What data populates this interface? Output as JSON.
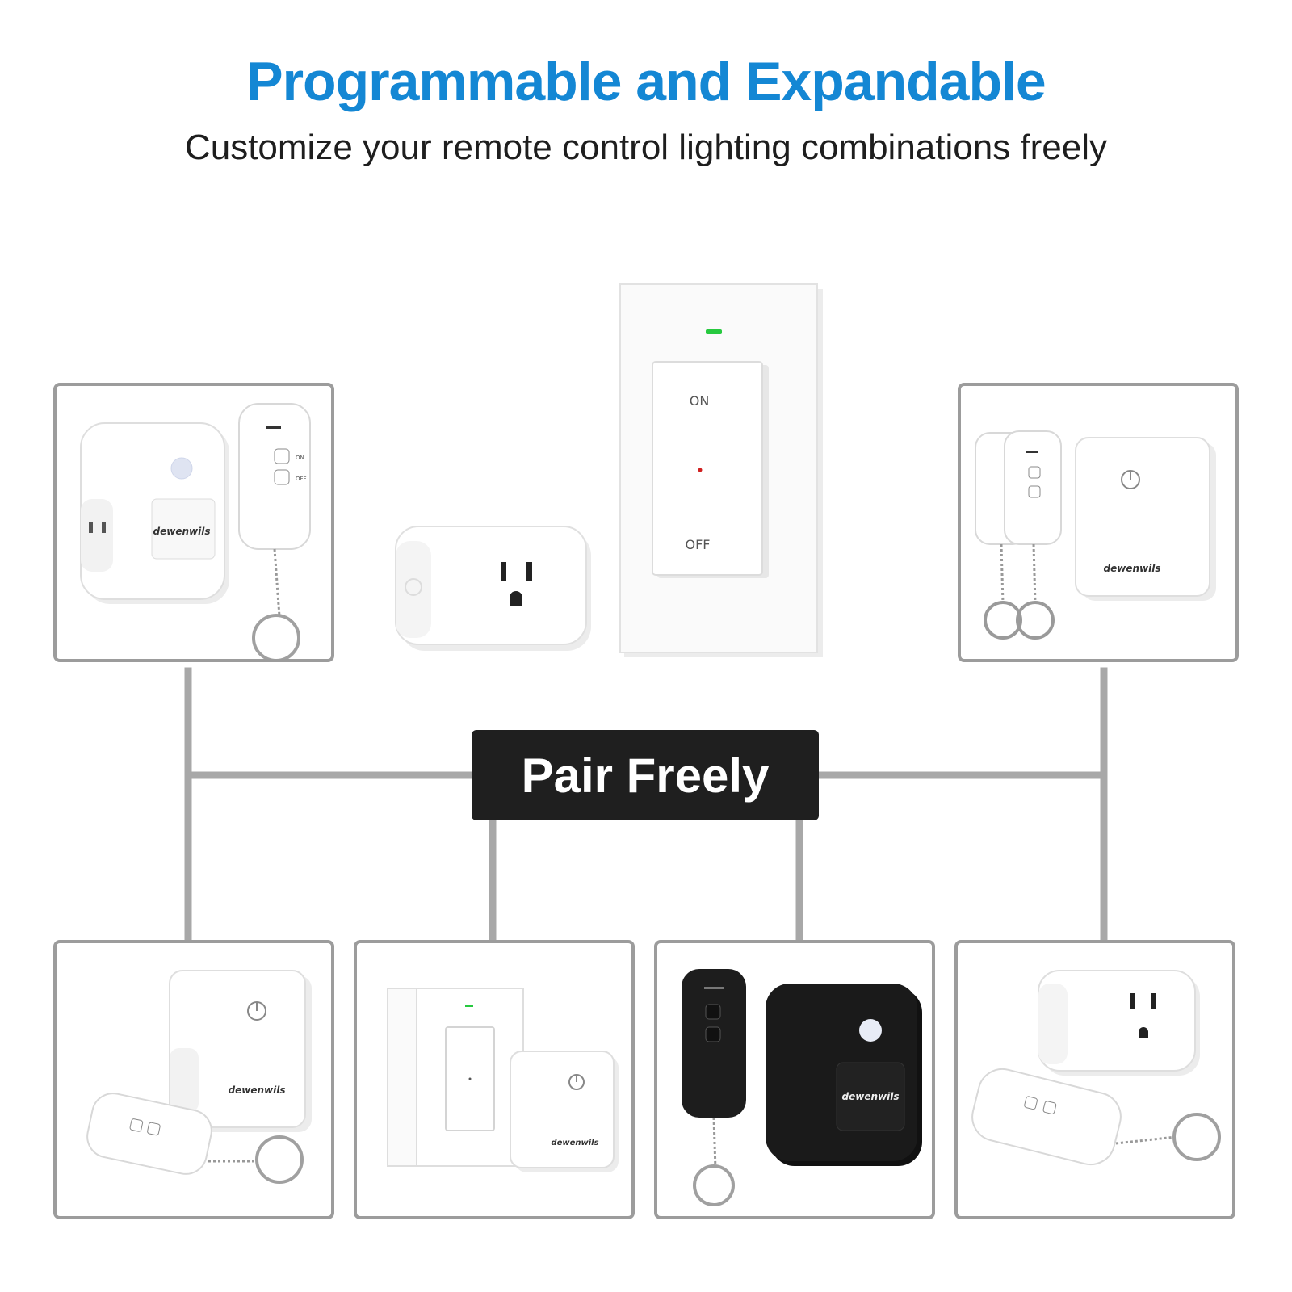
{
  "header": {
    "title": "Programmable and Expandable",
    "subtitle": "Customize your remote control lighting combinations freely"
  },
  "center_badge": {
    "label": "Pair Freely"
  },
  "hero_switch": {
    "on_label": "ON",
    "off_label": "OFF"
  },
  "brand": "dewenwils",
  "remote_buttons": {
    "on": "ON",
    "off": "OFF"
  },
  "colors": {
    "title": "#1487d4",
    "badge_bg": "#1f1f1f",
    "badge_text": "#ffffff",
    "frame_border": "#9c9c9c",
    "connector": "#a8a8a8",
    "indicator_green": "#27c93f"
  },
  "products": [
    {
      "id": "top-left",
      "icon": "remote-outlet-with-keychain-remote"
    },
    {
      "id": "top-right",
      "icon": "remote-outlet-with-two-keychain-remotes"
    },
    {
      "id": "bottom-1",
      "icon": "remote-outlet-with-keychain-remote"
    },
    {
      "id": "bottom-2",
      "icon": "wall-switches-with-remote-outlet"
    },
    {
      "id": "bottom-3",
      "icon": "black-remote-outlet-with-black-remote"
    },
    {
      "id": "bottom-4",
      "icon": "smart-plug-with-keychain-remote"
    }
  ]
}
